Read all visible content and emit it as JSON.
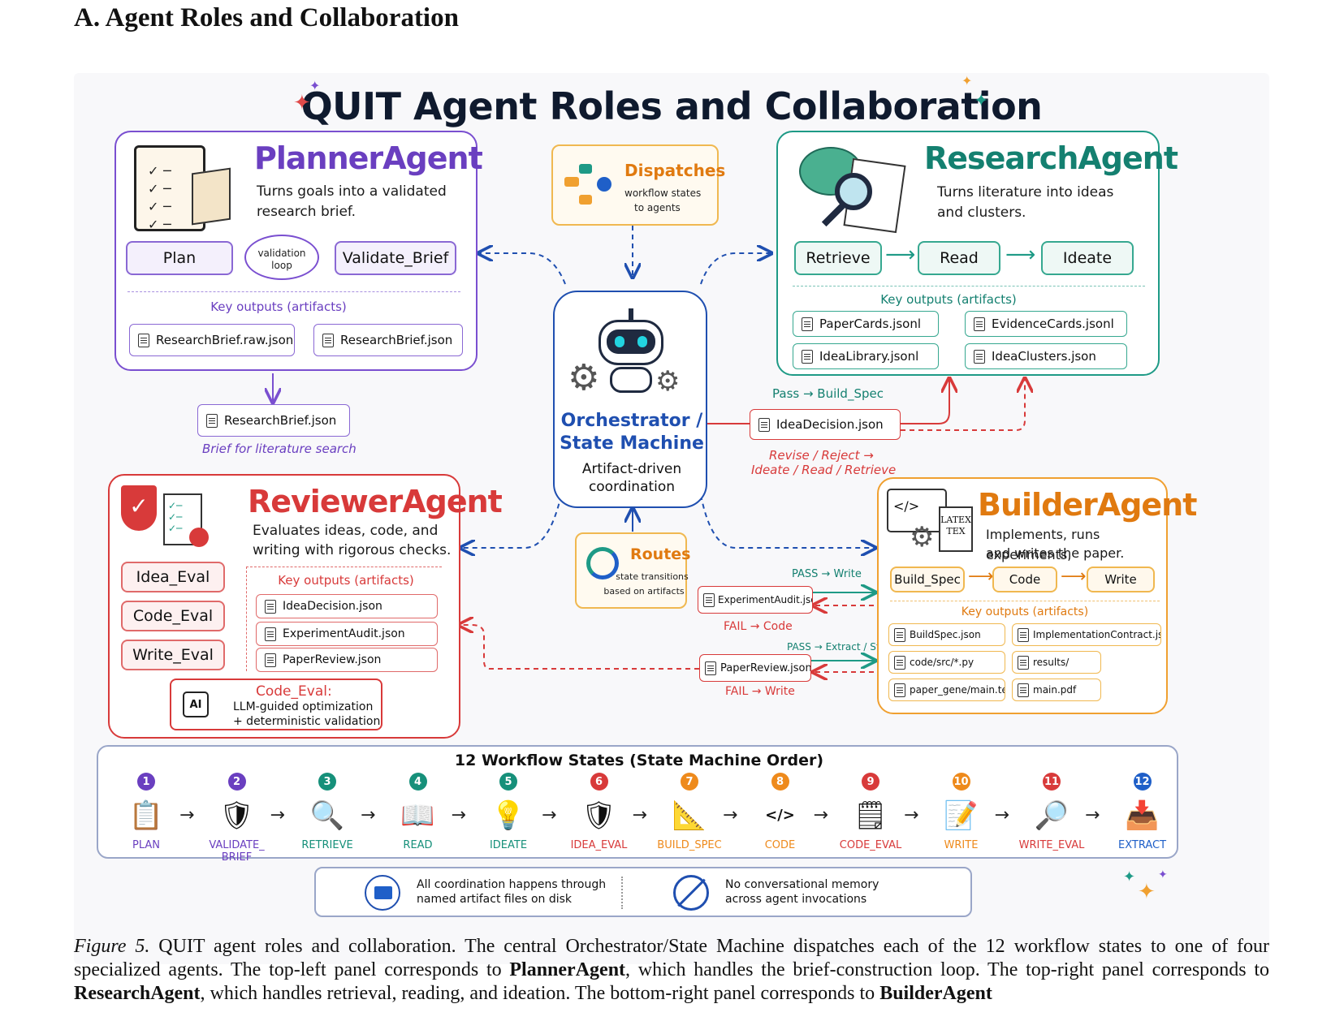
{
  "section_title": "A. Agent Roles and Collaboration",
  "figure": {
    "title": "QUIT Agent Roles and Collaboration",
    "planner": {
      "title": "PlannerAgent",
      "desc_line1": "Turns goals into a validated",
      "desc_line2": "research brief.",
      "step1": "Plan",
      "loop_line1": "validation",
      "loop_line2": "loop",
      "step2": "Validate_Brief",
      "key_outputs": "Key outputs (artifacts)",
      "out1": "ResearchBrief.raw.json",
      "out2": "ResearchBrief.json",
      "handoff_file": "ResearchBrief.json",
      "handoff_note": "Brief for literature search"
    },
    "dispatch": {
      "title": "Dispatches",
      "line1": "workflow states",
      "line2": "to agents"
    },
    "research": {
      "title": "ResearchAgent",
      "desc_line1": "Turns literature into ideas",
      "desc_line2": "and clusters.",
      "step1": "Retrieve",
      "step2": "Read",
      "step3": "Ideate",
      "key_outputs": "Key outputs (artifacts)",
      "out1": "PaperCards.jsonl",
      "out2": "EvidenceCards.jsonl",
      "out3": "IdeaLibrary.jsonl",
      "out4": "IdeaClusters.json"
    },
    "orchestrator": {
      "title_line1": "Orchestrator /",
      "title_line2": "State Machine",
      "desc_line1": "Artifact-driven",
      "desc_line2": "coordination"
    },
    "idea_decision": {
      "pass_label": "Pass → Build_Spec",
      "file": "IdeaDecision.json",
      "revise_line1": "Revise / Reject →",
      "revise_line2": "Ideate / Read / Retrieve"
    },
    "reviewer": {
      "title": "ReviewerAgent",
      "desc_line1": "Evaluates ideas, code, and",
      "desc_line2": "writing with rigorous checks.",
      "step1": "Idea_Eval",
      "step2": "Code_Eval",
      "step3": "Write_Eval",
      "key_outputs": "Key outputs (artifacts)",
      "out1": "IdeaDecision.json",
      "out2": "ExperimentAudit.json",
      "out3": "PaperReview.json",
      "code_eval_title": "Code_Eval:",
      "code_eval_line1": "LLM-guided optimization",
      "code_eval_line2": "+ deterministic validation",
      "ai_label": "AI"
    },
    "routes": {
      "title": "Routes",
      "line1": "state transitions",
      "line2": "based on artifacts"
    },
    "audit": {
      "pass_label": "PASS → Write",
      "file": "ExperimentAudit.json",
      "fail_label": "FAIL → Code"
    },
    "review": {
      "pass_label": "PASS → Extract / Stop",
      "file": "PaperReview.json",
      "fail_label": "FAIL → Write"
    },
    "builder": {
      "title": "BuilderAgent",
      "desc_line1": "Implements, runs experiments,",
      "desc_line2": "and writes the paper.",
      "latex": "LATEX",
      "tex": "TEX",
      "step1": "Build_Spec",
      "step2": "Code",
      "step3": "Write",
      "key_outputs": "Key outputs (artifacts)",
      "out1": "BuildSpec.json",
      "out2": "ImplementationContract.json",
      "out3": "code/src/*.py",
      "out4": "results/",
      "out5": "paper_gene/main.tex",
      "out6": "main.pdf"
    },
    "workflow": {
      "title": "12 Workflow States (State Machine Order)",
      "states": [
        {
          "num": "1",
          "name": "PLAN",
          "color": "#6a3fc0",
          "icon": "clipboard-icon",
          "glyph": "📋"
        },
        {
          "num": "2",
          "name": "VALIDATE_\nBRIEF",
          "color": "#6a3fc0",
          "icon": "shield-check-icon",
          "glyph": "🛡"
        },
        {
          "num": "3",
          "name": "RETRIEVE",
          "color": "#16907a",
          "icon": "magnifier-icon",
          "glyph": "🔍"
        },
        {
          "num": "4",
          "name": "READ",
          "color": "#16907a",
          "icon": "open-book-icon",
          "glyph": "📖"
        },
        {
          "num": "5",
          "name": "IDEATE",
          "color": "#16907a",
          "icon": "lightbulb-icon",
          "glyph": "💡"
        },
        {
          "num": "6",
          "name": "IDEA_EVAL",
          "color": "#d83a3a",
          "icon": "shield-check-icon",
          "glyph": "🛡"
        },
        {
          "num": "7",
          "name": "BUILD_SPEC",
          "color": "#ee8a1c",
          "icon": "blueprint-icon",
          "glyph": "📐"
        },
        {
          "num": "8",
          "name": "CODE",
          "color": "#ee8a1c",
          "icon": "code-window-icon",
          "glyph": "</>"
        },
        {
          "num": "9",
          "name": "CODE_EVAL",
          "color": "#d83a3a",
          "icon": "checklist-icon",
          "glyph": "🗒"
        },
        {
          "num": "10",
          "name": "WRITE",
          "color": "#ee8a1c",
          "icon": "pencil-doc-icon",
          "glyph": "📝"
        },
        {
          "num": "11",
          "name": "WRITE_EVAL",
          "color": "#d83a3a",
          "icon": "doc-search-icon",
          "glyph": "🔎"
        },
        {
          "num": "12",
          "name": "EXTRACT",
          "color": "#1f5fc8",
          "icon": "inbox-download-icon",
          "glyph": "📥"
        }
      ]
    },
    "footer": {
      "note1_line1": "All coordination happens through",
      "note1_line2": "named artifact files on disk",
      "note2_line1": "No conversational memory",
      "note2_line2": "across agent invocations"
    }
  },
  "caption": {
    "label": "Figure 5.",
    "text1": " QUIT agent roles and collaboration. The central Orchestrator/State Machine dispatches each of the 12 workflow states to one of four specialized agents. The top-left panel corresponds to ",
    "bold1": "PlannerAgent",
    "text2": ", which handles the brief-construction loop. The top-right panel corresponds to ",
    "bold2": "ResearchAgent",
    "text3": ", which handles retrieval, reading, and ideation. The bottom-right panel corresponds to ",
    "bold3": "BuilderAgent"
  },
  "colors": {
    "planner": "#7a4fd0",
    "research": "#1e9a86",
    "reviewer": "#d83a3a",
    "builder": "#f0a030",
    "orchestrator": "#1f4fb0"
  }
}
